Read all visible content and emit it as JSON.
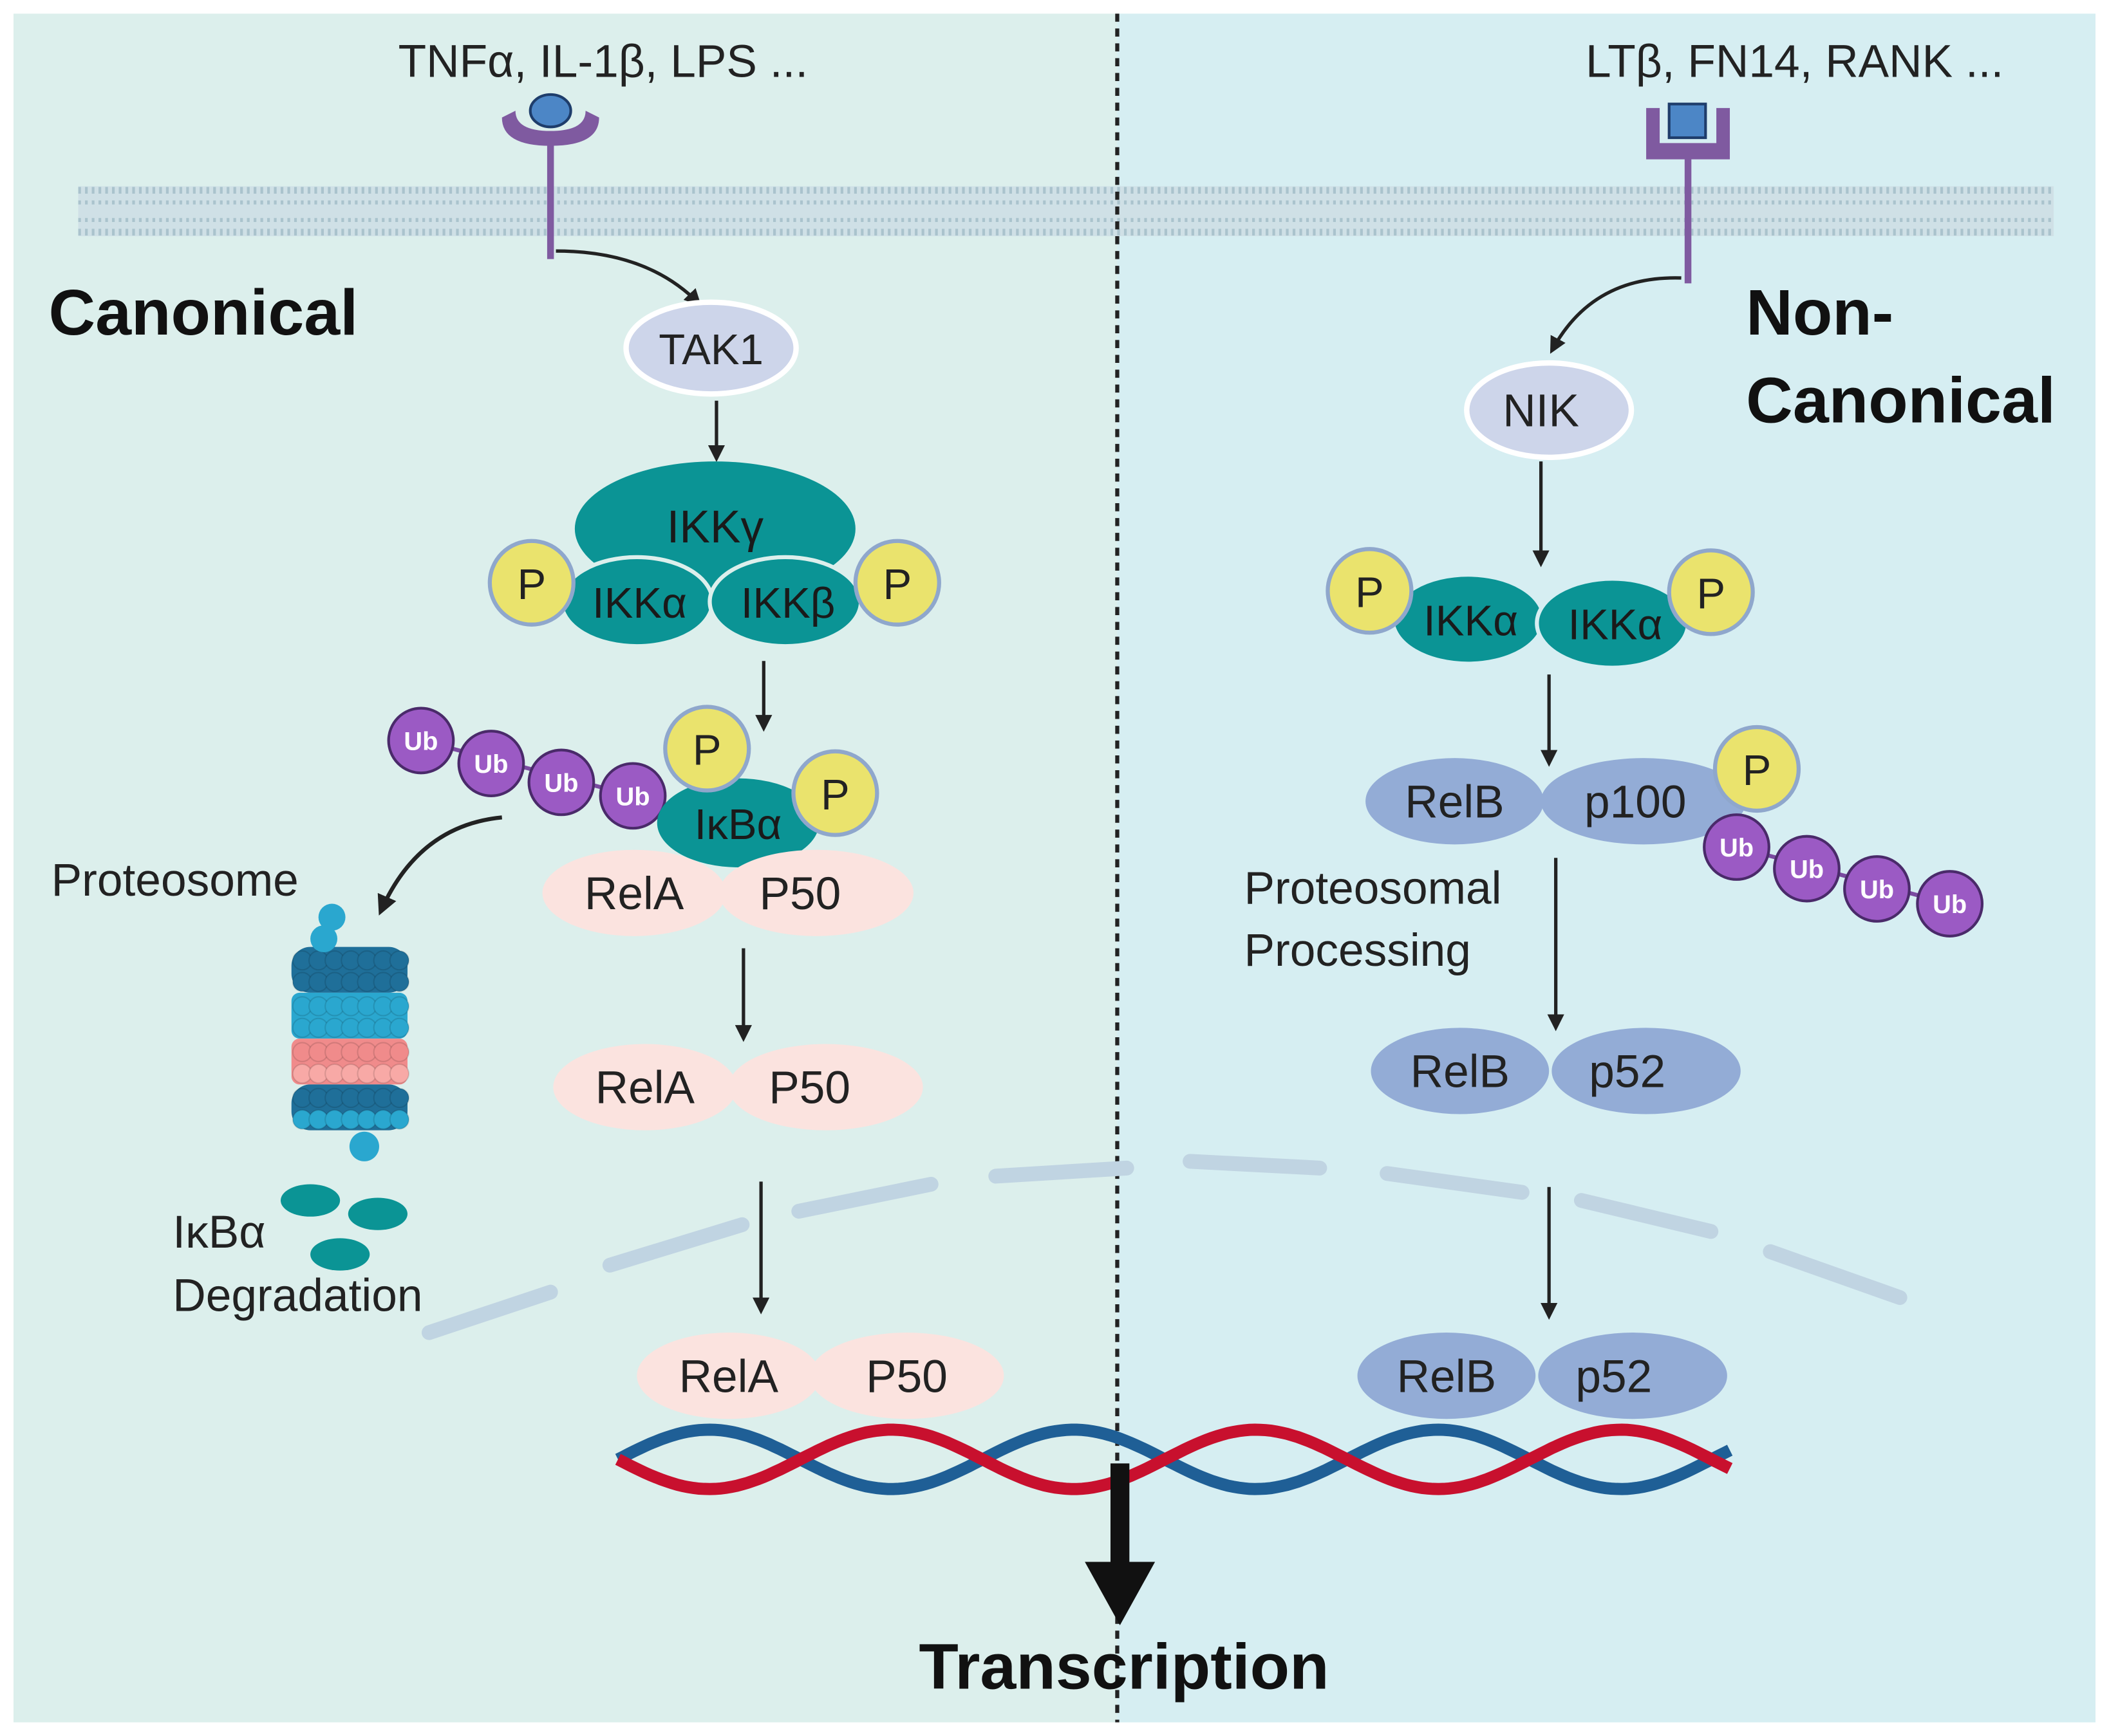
{
  "colors": {
    "left_bg": "#dcefec",
    "right_bg": "#d6eef2",
    "membrane": "#b9cfd8",
    "receptor": "#7f5aa0",
    "ligand_fill": "#4c86c6",
    "kinase": "#cdd5ea",
    "ikk": "#0b9495",
    "phospho": "#eae36d",
    "phospho_stroke": "#8fa7cc",
    "ub": "#9b5ac4",
    "rela_p50": "#fbe3df",
    "relb": "#93acd6",
    "nuclear_envelope": "#c0d4e2",
    "dna_red": "#c8102e",
    "dna_blue": "#1f5f96",
    "proteasome_dark": "#1f6f99",
    "proteasome_light": "#2aa7cf",
    "proteasome_pink": "#f08b8b"
  },
  "canonical": {
    "heading": "Canonical",
    "ligands": "TNFα, IL-1β, LPS ...",
    "kinase": "TAK1",
    "ikk_gamma": "IKKγ",
    "ikk_alpha": "IKKα",
    "ikk_beta": "IKKβ",
    "phospho": "P",
    "ub": "Ub",
    "ikba": "IκBα",
    "rela": "RelA",
    "p50": "P50",
    "proteosome": "Proteosome",
    "degradation_line1": "IκBα",
    "degradation_line2": "Degradation"
  },
  "noncanonical": {
    "heading_line1": "Non-",
    "heading_line2": "Canonical",
    "ligands": "LTβ, FN14, RANK ...",
    "kinase": "NIK",
    "ikk_alpha": "IKKα",
    "phospho": "P",
    "ub": "Ub",
    "relb": "RelB",
    "p100": "p100",
    "processing_line1": "Proteosomal",
    "processing_line2": "Processing",
    "p52": "p52"
  },
  "transcription": "Transcription"
}
